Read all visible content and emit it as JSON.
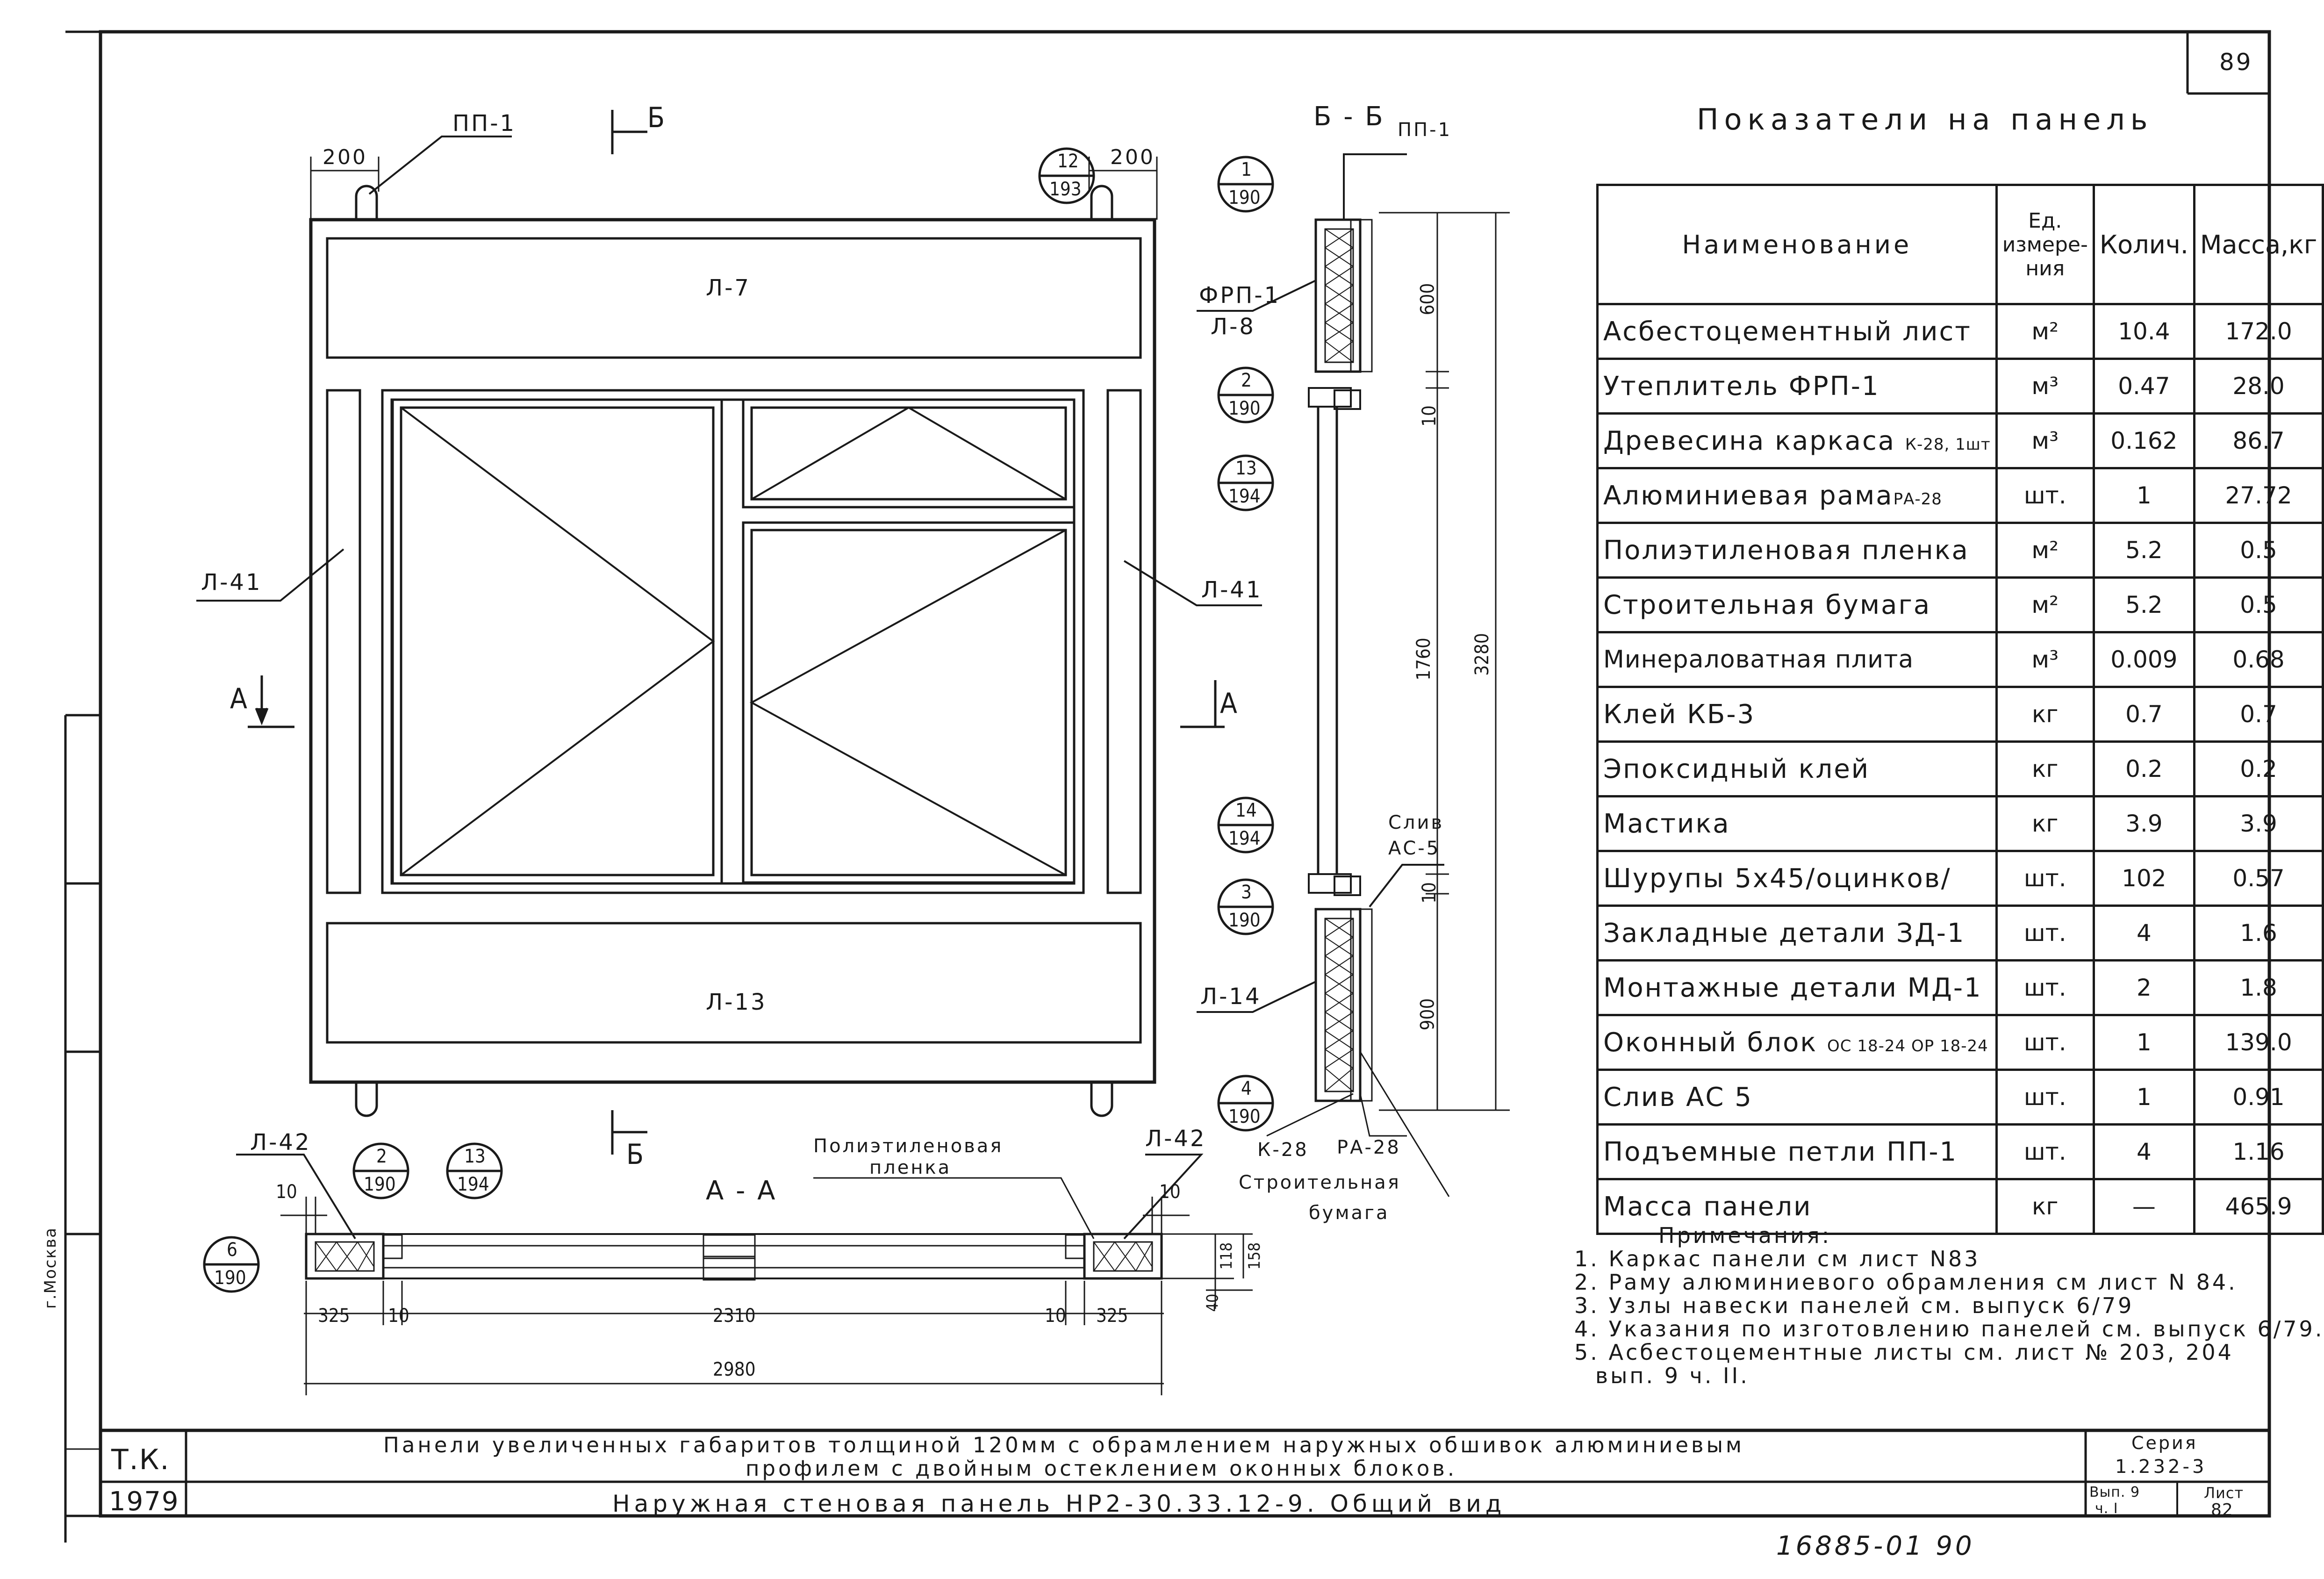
{
  "sheet_number_top": "89",
  "table_title": "Показатели на панель",
  "table_headers": [
    "Наименование",
    "Ед. измере-ния",
    "Колич.",
    "Масса,кг"
  ],
  "table_rows": [
    {
      "name": "Асбестоцементный лист",
      "unit": "м²",
      "qty": "10.4",
      "mass": "172.0"
    },
    {
      "name": "Утеплитель ФРП-1",
      "unit": "м³",
      "qty": "0.47",
      "mass": "28.0"
    },
    {
      "name": "Древесина каркаса",
      "sub": "К-28, 1шт",
      "unit": "м³",
      "qty": "0.162",
      "mass": "86.7"
    },
    {
      "name": "Алюминиевая рама",
      "sub": "РА-28",
      "unit": "шт.",
      "qty": "1",
      "mass": "27.72"
    },
    {
      "name": "Полиэтиленовая пленка",
      "unit": "м²",
      "qty": "5.2",
      "mass": "0.5"
    },
    {
      "name": "Строительная бумага",
      "unit": "м²",
      "qty": "5.2",
      "mass": "0.5"
    },
    {
      "name": "Минераловатная плита",
      "unit": "м³",
      "qty": "0.009",
      "mass": "0.68"
    },
    {
      "name": "Клей КБ-3",
      "unit": "кг",
      "qty": "0.7",
      "mass": "0.7"
    },
    {
      "name": "Эпоксидный клей",
      "unit": "кг",
      "qty": "0.2",
      "mass": "0.2"
    },
    {
      "name": "Мастика",
      "unit": "кг",
      "qty": "3.9",
      "mass": "3.9"
    },
    {
      "name": "Шурупы 5х45/оцинков/",
      "unit": "шт.",
      "qty": "102",
      "mass": "0.57"
    },
    {
      "name": "Закладные детали ЗД-1",
      "unit": "шт.",
      "qty": "4",
      "mass": "1.6"
    },
    {
      "name": "Монтажные детали МД-1",
      "unit": "шт.",
      "qty": "2",
      "mass": "1.8"
    },
    {
      "name": "Оконный блок",
      "sub": "ОС 18-24 ОР 18-24",
      "unit": "шт.",
      "qty": "1",
      "mass": "139.0"
    },
    {
      "name": "Слив АС 5",
      "unit": "шт.",
      "qty": "1",
      "mass": "0.91"
    },
    {
      "name": "Подъемные петли ПП-1",
      "unit": "шт.",
      "qty": "4",
      "mass": "1.16"
    },
    {
      "name": "Масса панели",
      "unit": "кг",
      "qty": "—",
      "mass": "465.9"
    }
  ],
  "notes_title": "Примечания:",
  "notes": [
    "1. Каркас панели см лист N83",
    "2. Раму алюминиевого обрамления см лист N 84.",
    "3. Узлы навески панелей см. выпуск 6/79",
    "4. Указания по изготовлению панелей см. выпуск 6/79.",
    "5. Асбестоцементные листы см. лист № 203, 204",
    "вып. 9 ч. II."
  ],
  "elevation": {
    "labels": {
      "pp1": "ПП-1",
      "b_top": "Б",
      "b_bottom": "Б",
      "a_left": "А",
      "a_right": "А",
      "l7": "Л-7",
      "l13": "Л-13",
      "l41_left": "Л-41",
      "l41_right": "Л-41",
      "dim_200_left": "200",
      "dim_200_right": "200"
    },
    "callouts": [
      {
        "num": "12",
        "den": "193"
      },
      {
        "num": "1",
        "den": "190"
      },
      {
        "num": "2",
        "den": "190"
      },
      {
        "num": "13",
        "den": "194"
      },
      {
        "num": "14",
        "den": "194"
      },
      {
        "num": "3",
        "den": "190"
      },
      {
        "num": "4",
        "den": "190"
      },
      {
        "num": "2",
        "den": "190"
      },
      {
        "num": "13",
        "den": "194"
      },
      {
        "num": "6",
        "den": "190"
      }
    ]
  },
  "section_bb": {
    "title": "Б - Б",
    "pp1": "ПП-1",
    "frp1": "ФРП-1",
    "l8": "Л-8",
    "l14": "Л-14",
    "sliv": "Слив",
    "ac5": "АС-5",
    "k28": "К-28",
    "ra28": "РА-28",
    "paper_1": "Строительная",
    "paper_2": "бумага",
    "dims": [
      "600",
      "10",
      "1760",
      "10",
      "900",
      "3280"
    ]
  },
  "section_aa": {
    "title": "А - А",
    "l42_left": "Л-42",
    "l42_right": "Л-42",
    "film_1": "Полиэтиленовая",
    "film_2": "пленка",
    "dims": [
      "10",
      "10",
      "325",
      "10",
      "2310",
      "10",
      "325",
      "2980",
      "118",
      "158",
      "40"
    ]
  },
  "title_block": {
    "org": "Т.К.",
    "year": "1979",
    "title_line1": "Панели увеличенных габаритов толщиной 120мм с обрамлением наружных обшивок алюминиевым",
    "title_line2": "профилем с двойным остеклением оконных блоков.",
    "title_main": "Наружная стеновая панель НР2-30.33.12-9. Общий вид",
    "series_label": "Серия",
    "series_value": "1.232-3",
    "issue_label": "Вып. 9",
    "issue_value": "ч. I",
    "sheet_label": "Лист",
    "sheet_value": "82",
    "left_stamp": "г.Москва"
  },
  "archive_number": "16885-01 90"
}
